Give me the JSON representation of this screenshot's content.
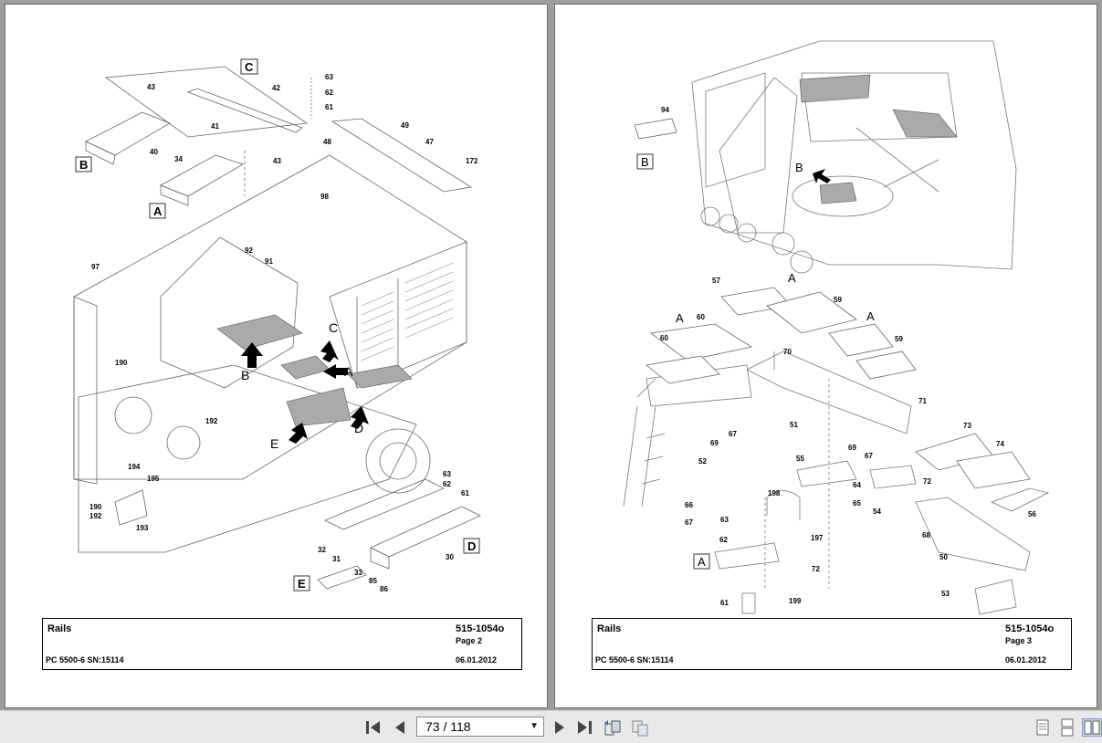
{
  "left_page": {
    "title": "Rails",
    "doc_number": "515-1054o",
    "page_label": "Page 2",
    "model": "PC 5500-6 SN:15114",
    "date": "06.01.2012",
    "views": [
      "C",
      "B",
      "A",
      "D",
      "E"
    ],
    "arrow_labels": [
      "C",
      "B",
      "A",
      "D",
      "E"
    ],
    "callouts": [
      "43",
      "42",
      "63",
      "62",
      "61",
      "41",
      "49",
      "47",
      "40",
      "34",
      "43",
      "48",
      "172",
      "98",
      "92",
      "91",
      "97",
      "190",
      "192",
      "194",
      "195",
      "190",
      "192",
      "193",
      "63",
      "62",
      "61",
      "32",
      "31",
      "30",
      "33",
      "85",
      "86"
    ]
  },
  "right_page": {
    "title": "Rails",
    "doc_number": "515-1054o",
    "page_label": "Page 3",
    "model": "PC 5500-6 SN:15114",
    "date": "06.01.2012",
    "views": [
      "B",
      "A"
    ],
    "arrow_labels": [
      "B",
      "A",
      "A",
      "A"
    ],
    "callouts": [
      "94",
      "57",
      "59",
      "60",
      "60",
      "59",
      "70",
      "71",
      "51",
      "67",
      "69",
      "52",
      "73",
      "74",
      "55",
      "69",
      "67",
      "72",
      "64",
      "65",
      "54",
      "56",
      "198",
      "66",
      "63",
      "197",
      "68",
      "62",
      "67",
      "72",
      "50",
      "61",
      "199",
      "53"
    ]
  },
  "toolbar": {
    "page_indicator": "73 / 118",
    "first_icon": "first-page-icon",
    "prev_icon": "previous-page-icon",
    "next_icon": "next-page-icon",
    "last_icon": "last-page-icon",
    "rotate_icon": "rotate-pages-icon",
    "fit_icon": "fit-page-icon",
    "single_view_icon": "single-page-view-icon",
    "continuous_view_icon": "continuous-view-icon",
    "facing_view_icon": "facing-pages-view-icon"
  },
  "colors": {
    "background": "#9d9d9d",
    "page": "#ffffff",
    "toolbar": "#e9e9e9",
    "icon": "#555555"
  }
}
